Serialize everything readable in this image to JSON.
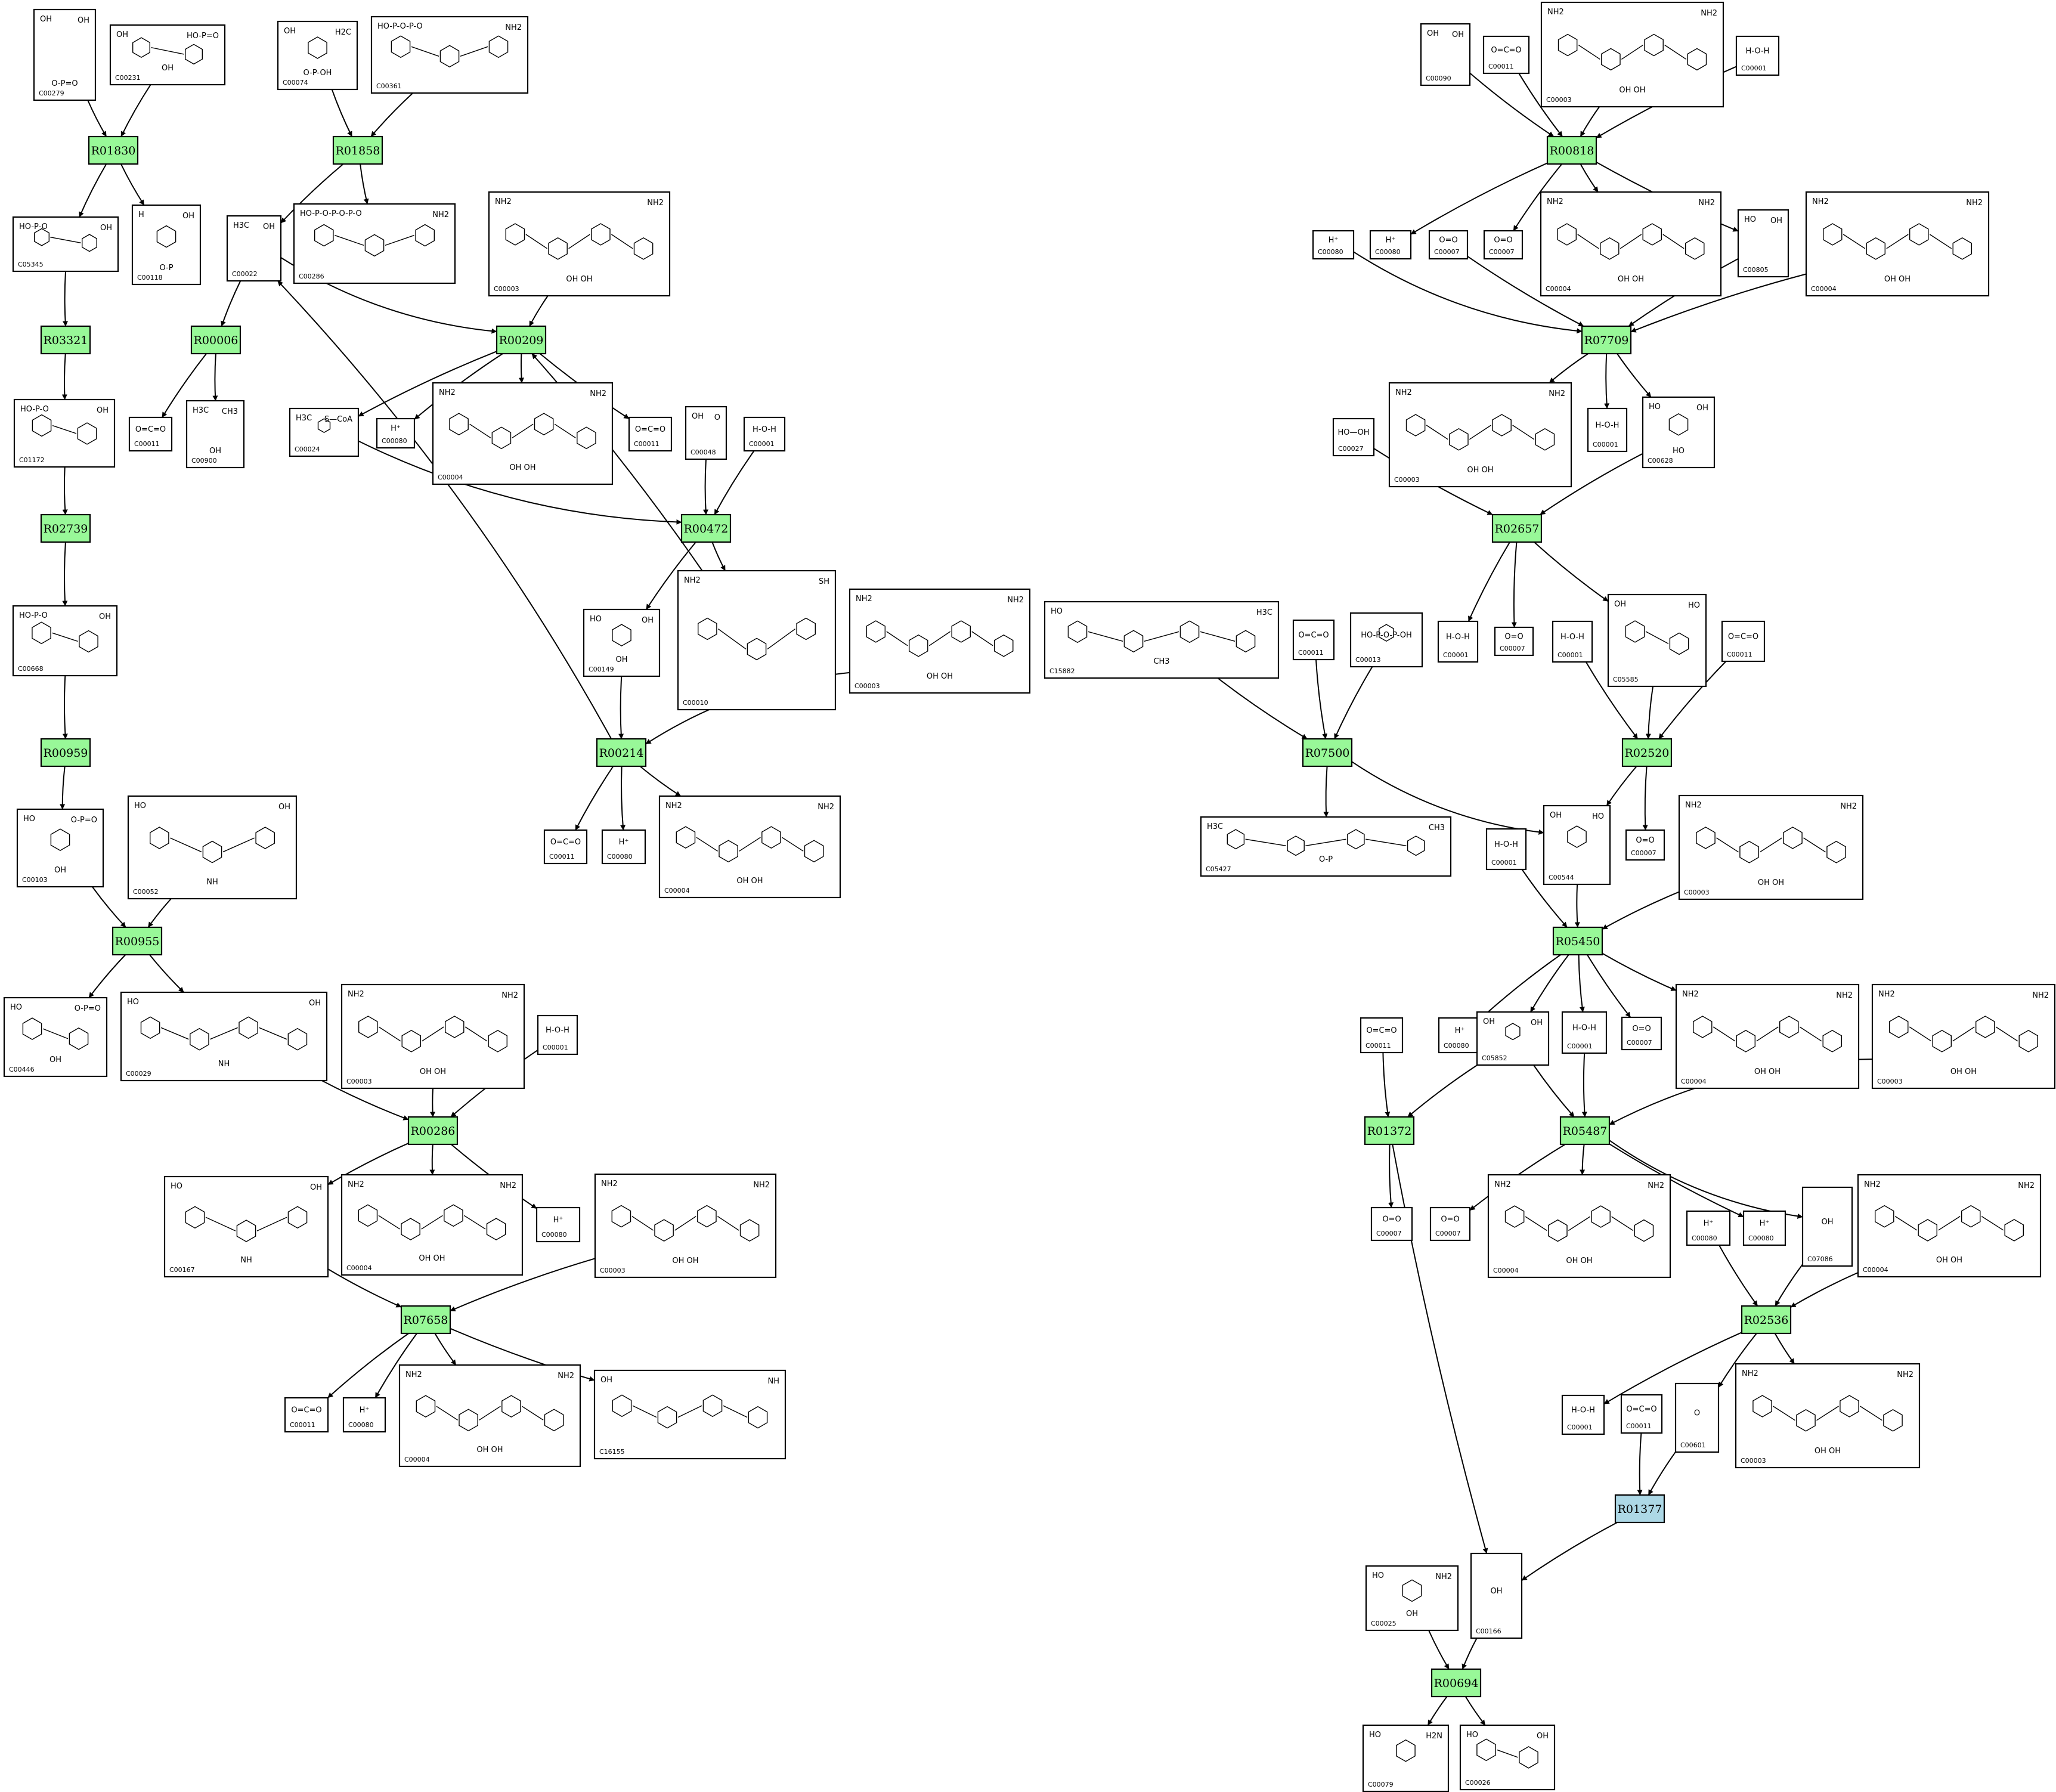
{
  "colors": {
    "reaction": "#98f898",
    "reaction_alt": "#add8e6",
    "line": "#000000",
    "box": "#ffffff"
  },
  "reactions": [
    {
      "id": "R01830",
      "color": "reaction"
    },
    {
      "id": "R01858",
      "color": "reaction"
    },
    {
      "id": "R03321",
      "color": "reaction"
    },
    {
      "id": "R00006",
      "color": "reaction"
    },
    {
      "id": "R00209",
      "color": "reaction"
    },
    {
      "id": "R02739",
      "color": "reaction"
    },
    {
      "id": "R00472",
      "color": "reaction"
    },
    {
      "id": "R00959",
      "color": "reaction"
    },
    {
      "id": "R00214",
      "color": "reaction"
    },
    {
      "id": "R00955",
      "color": "reaction"
    },
    {
      "id": "R00286",
      "color": "reaction"
    },
    {
      "id": "R07658",
      "color": "reaction"
    },
    {
      "id": "R00818",
      "color": "reaction"
    },
    {
      "id": "R07709",
      "color": "reaction"
    },
    {
      "id": "R02657",
      "color": "reaction"
    },
    {
      "id": "R07500",
      "color": "reaction"
    },
    {
      "id": "R02520",
      "color": "reaction"
    },
    {
      "id": "R05450",
      "color": "reaction"
    },
    {
      "id": "R01372",
      "color": "reaction"
    },
    {
      "id": "R05487",
      "color": "reaction"
    },
    {
      "id": "R02536",
      "color": "reaction"
    },
    {
      "id": "R01377",
      "color": "reaction_alt"
    },
    {
      "id": "R00694",
      "color": "reaction"
    }
  ],
  "compounds": [
    {
      "key": "c00279",
      "id": "C00279",
      "text": [
        "OH",
        "OH",
        "O-P=O"
      ]
    },
    {
      "key": "c00231",
      "id": "C00231",
      "text": [
        "OH",
        "HO-P=O",
        "OH"
      ]
    },
    {
      "key": "c00074",
      "id": "C00074",
      "text": [
        "OH",
        "H2C",
        "O-P-OH"
      ]
    },
    {
      "key": "c00361",
      "id": "C00361",
      "text": [
        "HO-P-O-P-O",
        "NH2"
      ]
    },
    {
      "key": "c05345",
      "id": "C05345",
      "text": [
        "HO-P-O",
        "OH"
      ]
    },
    {
      "key": "c00118",
      "id": "C00118",
      "text": [
        "H",
        "OH",
        "O-P"
      ]
    },
    {
      "key": "c00022",
      "id": "C00022",
      "text": [
        "H3C",
        "OH"
      ]
    },
    {
      "key": "c00286",
      "id": "C00286",
      "text": [
        "HO-P-O-P-O-P-O",
        "NH2"
      ]
    },
    {
      "key": "c00003_a",
      "id": "C00003",
      "text": [
        "NH2",
        "NH2",
        "OH OH"
      ]
    },
    {
      "key": "c01172",
      "id": "C01172",
      "text": [
        "HO-P-O",
        "OH"
      ]
    },
    {
      "key": "c00011_a",
      "id": "C00011",
      "text": [
        "O=C=O"
      ]
    },
    {
      "key": "c00900",
      "id": "C00900",
      "text": [
        "H3C",
        "CH3",
        "OH"
      ]
    },
    {
      "key": "c00024",
      "id": "C00024",
      "text": [
        "H3C",
        "S—CoA"
      ]
    },
    {
      "key": "c00080_a",
      "id": "C00080",
      "text": [
        "H⁺"
      ]
    },
    {
      "key": "c00004_a",
      "id": "C00004",
      "text": [
        "NH2",
        "NH2",
        "OH OH"
      ]
    },
    {
      "key": "c00011_b",
      "id": "C00011",
      "text": [
        "O=C=O"
      ]
    },
    {
      "key": "c00048",
      "id": "C00048",
      "text": [
        "OH",
        "O"
      ]
    },
    {
      "key": "c00001_a",
      "id": "C00001",
      "text": [
        "H-O-H"
      ]
    },
    {
      "key": "c00668",
      "id": "C00668",
      "text": [
        "HO-P-O",
        "OH"
      ]
    },
    {
      "key": "c00149",
      "id": "C00149",
      "text": [
        "HO",
        "OH",
        "OH"
      ]
    },
    {
      "key": "c00010",
      "id": "C00010",
      "text": [
        "NH2",
        "SH"
      ]
    },
    {
      "key": "c00003_b",
      "id": "C00003",
      "text": [
        "NH2",
        "NH2",
        "OH OH"
      ]
    },
    {
      "key": "c00103",
      "id": "C00103",
      "text": [
        "HO",
        "O-P=O",
        "OH"
      ]
    },
    {
      "key": "c00052",
      "id": "C00052",
      "text": [
        "HO",
        "OH",
        "NH"
      ]
    },
    {
      "key": "c00011_c",
      "id": "C00011",
      "text": [
        "O=C=O"
      ]
    },
    {
      "key": "c00080_b",
      "id": "C00080",
      "text": [
        "H⁺"
      ]
    },
    {
      "key": "c00004_b",
      "id": "C00004",
      "text": [
        "NH2",
        "NH2",
        "OH OH"
      ]
    },
    {
      "key": "c00446",
      "id": "C00446",
      "text": [
        "HO",
        "O-P=O",
        "OH"
      ]
    },
    {
      "key": "c00029",
      "id": "C00029",
      "text": [
        "HO",
        "OH",
        "NH"
      ]
    },
    {
      "key": "c00003_c",
      "id": "C00003",
      "text": [
        "NH2",
        "NH2",
        "OH OH"
      ]
    },
    {
      "key": "c00001_b",
      "id": "C00001",
      "text": [
        "H-O-H"
      ]
    },
    {
      "key": "c00167",
      "id": "C00167",
      "text": [
        "HO",
        "OH",
        "NH"
      ]
    },
    {
      "key": "c00004_c",
      "id": "C00004",
      "text": [
        "NH2",
        "NH2",
        "OH OH"
      ]
    },
    {
      "key": "c00080_c",
      "id": "C00080",
      "text": [
        "H⁺"
      ]
    },
    {
      "key": "c00003_d",
      "id": "C00003",
      "text": [
        "NH2",
        "NH2",
        "OH OH"
      ]
    },
    {
      "key": "c00011_d",
      "id": "C00011",
      "text": [
        "O=C=O"
      ]
    },
    {
      "key": "c00080_d",
      "id": "C00080",
      "text": [
        "H⁺"
      ]
    },
    {
      "key": "c00004_d",
      "id": "C00004",
      "text": [
        "NH2",
        "NH2",
        "OH OH"
      ]
    },
    {
      "key": "c16155",
      "id": "C16155",
      "text": [
        "OH",
        "NH"
      ]
    },
    {
      "key": "c00090",
      "id": "C00090",
      "text": [
        "OH",
        "OH"
      ]
    },
    {
      "key": "c00011_e",
      "id": "C00011",
      "text": [
        "O=C=O"
      ]
    },
    {
      "key": "c00003_e",
      "id": "C00003",
      "text": [
        "NH2",
        "NH2",
        "OH OH"
      ]
    },
    {
      "key": "c00001_c",
      "id": "C00001",
      "text": [
        "H-O-H"
      ]
    },
    {
      "key": "c00080_e",
      "id": "C00080",
      "text": [
        "H⁺"
      ]
    },
    {
      "key": "c00080_f",
      "id": "C00080",
      "text": [
        "H⁺"
      ]
    },
    {
      "key": "c00007_a",
      "id": "C00007",
      "text": [
        "O=O"
      ]
    },
    {
      "key": "c00007_b",
      "id": "C00007",
      "text": [
        "O=O"
      ]
    },
    {
      "key": "c00004_e",
      "id": "C00004",
      "text": [
        "NH2",
        "NH2",
        "OH OH"
      ]
    },
    {
      "key": "c00805",
      "id": "C00805",
      "text": [
        "HO",
        "OH"
      ]
    },
    {
      "key": "c00004_f",
      "id": "C00004",
      "text": [
        "NH2",
        "NH2",
        "OH OH"
      ]
    },
    {
      "key": "c00027",
      "id": "C00027",
      "text": [
        "HO—OH"
      ]
    },
    {
      "key": "c00003_f",
      "id": "C00003",
      "text": [
        "NH2",
        "NH2",
        "OH OH"
      ]
    },
    {
      "key": "c00001_d",
      "id": "C00001",
      "text": [
        "H-O-H"
      ]
    },
    {
      "key": "c00628",
      "id": "C00628",
      "text": [
        "HO",
        "OH",
        "HO"
      ]
    },
    {
      "key": "c15882",
      "id": "C15882",
      "text": [
        "HO",
        "H3C",
        "CH3"
      ]
    },
    {
      "key": "c00011_f",
      "id": "C00011",
      "text": [
        "O=C=O"
      ]
    },
    {
      "key": "c00013",
      "id": "C00013",
      "text": [
        "HO-P-O-P-OH"
      ]
    },
    {
      "key": "c00001_e",
      "id": "C00001",
      "text": [
        "H-O-H"
      ]
    },
    {
      "key": "c00007_c",
      "id": "C00007",
      "text": [
        "O=O"
      ]
    },
    {
      "key": "c00001_f",
      "id": "C00001",
      "text": [
        "H-O-H"
      ]
    },
    {
      "key": "c05585",
      "id": "C05585",
      "text": [
        "OH",
        "HO"
      ]
    },
    {
      "key": "c00011_g",
      "id": "C00011",
      "text": [
        "O=C=O"
      ]
    },
    {
      "key": "c05427",
      "id": "C05427",
      "text": [
        "H3C",
        "CH3",
        "O-P"
      ]
    },
    {
      "key": "c00001_g",
      "id": "C00001",
      "text": [
        "H-O-H"
      ]
    },
    {
      "key": "c00544",
      "id": "C00544",
      "text": [
        "OH",
        "HO"
      ]
    },
    {
      "key": "c00007_d",
      "id": "C00007",
      "text": [
        "O=O"
      ]
    },
    {
      "key": "c00003_g",
      "id": "C00003",
      "text": [
        "NH2",
        "NH2",
        "OH OH"
      ]
    },
    {
      "key": "c00011_h",
      "id": "C00011",
      "text": [
        "O=C=O"
      ]
    },
    {
      "key": "c00080_g",
      "id": "C00080",
      "text": [
        "H⁺"
      ]
    },
    {
      "key": "c05852",
      "id": "C05852",
      "text": [
        "OH",
        "OH"
      ]
    },
    {
      "key": "c00001_h",
      "id": "C00001",
      "text": [
        "H-O-H"
      ]
    },
    {
      "key": "c00007_e",
      "id": "C00007",
      "text": [
        "O=O"
      ]
    },
    {
      "key": "c00004_g",
      "id": "C00004",
      "text": [
        "NH2",
        "NH2",
        "OH OH"
      ]
    },
    {
      "key": "c00003_h",
      "id": "C00003",
      "text": [
        "NH2",
        "NH2",
        "OH OH"
      ]
    },
    {
      "key": "c00007_f",
      "id": "C00007",
      "text": [
        "O=O"
      ]
    },
    {
      "key": "c00007_g",
      "id": "C00007",
      "text": [
        "O=O"
      ]
    },
    {
      "key": "c00004_h",
      "id": "C00004",
      "text": [
        "NH2",
        "NH2",
        "OH OH"
      ]
    },
    {
      "key": "c00080_h",
      "id": "C00080",
      "text": [
        "H⁺"
      ]
    },
    {
      "key": "c00080_i",
      "id": "C00080",
      "text": [
        "H⁺"
      ]
    },
    {
      "key": "c07086",
      "id": "C07086",
      "text": [
        "OH"
      ]
    },
    {
      "key": "c00004_i",
      "id": "C00004",
      "text": [
        "NH2",
        "NH2",
        "OH OH"
      ]
    },
    {
      "key": "c00001_i",
      "id": "C00001",
      "text": [
        "H-O-H"
      ]
    },
    {
      "key": "c00011_i",
      "id": "C00011",
      "text": [
        "O=C=O"
      ]
    },
    {
      "key": "c00601",
      "id": "C00601",
      "text": [
        "O"
      ]
    },
    {
      "key": "c00003_i",
      "id": "C00003",
      "text": [
        "NH2",
        "NH2",
        "OH OH"
      ]
    },
    {
      "key": "c00025",
      "id": "C00025",
      "text": [
        "HO",
        "NH2",
        "OH"
      ]
    },
    {
      "key": "c00166",
      "id": "C00166",
      "text": [
        "OH"
      ]
    },
    {
      "key": "c00079",
      "id": "C00079",
      "text": [
        "HO",
        "H2N"
      ]
    },
    {
      "key": "c00026",
      "id": "C00026",
      "text": [
        "HO",
        "OH"
      ]
    }
  ],
  "edges": [
    [
      "c00279",
      "R01830"
    ],
    [
      "c00231",
      "R01830"
    ],
    [
      "R01830",
      "c05345"
    ],
    [
      "R01830",
      "c00118"
    ],
    [
      "c00074",
      "R01858"
    ],
    [
      "c00361",
      "R01858"
    ],
    [
      "R01858",
      "c00022"
    ],
    [
      "R01858",
      "c00286"
    ],
    [
      "c05345",
      "R03321"
    ],
    [
      "R03321",
      "c01172"
    ],
    [
      "c00022",
      "R00006"
    ],
    [
      "R00006",
      "c00011_a"
    ],
    [
      "R00006",
      "c00900"
    ],
    [
      "c00022",
      "R00209"
    ],
    [
      "c00003_a",
      "R00209"
    ],
    [
      "R00209",
      "c00024"
    ],
    [
      "R00209",
      "c00080_a"
    ],
    [
      "R00209",
      "c00004_a"
    ],
    [
      "R00209",
      "c00011_b"
    ],
    [
      "c01172",
      "R02739"
    ],
    [
      "R02739",
      "c00668"
    ],
    [
      "c00024",
      "R00472"
    ],
    [
      "c00048",
      "R00472"
    ],
    [
      "c00001_a",
      "R00472"
    ],
    [
      "R00472",
      "c00149"
    ],
    [
      "R00472",
      "c00010"
    ],
    [
      "c00010",
      "R00209"
    ],
    [
      "c00668",
      "R00959"
    ],
    [
      "R00959",
      "c00103"
    ],
    [
      "c00149",
      "R00214"
    ],
    [
      "c00003_b",
      "R00214"
    ],
    [
      "R00214",
      "c00022"
    ],
    [
      "R00214",
      "c00011_c"
    ],
    [
      "R00214",
      "c00080_b"
    ],
    [
      "R00214",
      "c00004_b"
    ],
    [
      "c00103",
      "R00955"
    ],
    [
      "c00052",
      "R00955"
    ],
    [
      "R00955",
      "c00446"
    ],
    [
      "R00955",
      "c00029"
    ],
    [
      "c00029",
      "R00286"
    ],
    [
      "c00003_c",
      "R00286"
    ],
    [
      "c00001_b",
      "R00286"
    ],
    [
      "R00286",
      "c00167"
    ],
    [
      "R00286",
      "c00004_c"
    ],
    [
      "R00286",
      "c00080_c"
    ],
    [
      "c00167",
      "R07658"
    ],
    [
      "c00003_d",
      "R07658"
    ],
    [
      "R07658",
      "c00011_d"
    ],
    [
      "R07658",
      "c00080_d"
    ],
    [
      "R07658",
      "c00004_d"
    ],
    [
      "R07658",
      "c16155"
    ],
    [
      "c00090",
      "R00818"
    ],
    [
      "c00011_e",
      "R00818"
    ],
    [
      "c00003_e",
      "R00818"
    ],
    [
      "c00001_c",
      "R00818"
    ],
    [
      "R00818",
      "c00080_f"
    ],
    [
      "R00818",
      "c00007_b"
    ],
    [
      "R00818",
      "c00004_e"
    ],
    [
      "R00818",
      "c00805"
    ],
    [
      "c00080_e",
      "R07709"
    ],
    [
      "c00007_a",
      "R07709"
    ],
    [
      "c00805",
      "R07709"
    ],
    [
      "c00004_f",
      "R07709"
    ],
    [
      "R07709",
      "c00003_f"
    ],
    [
      "R07709",
      "c00001_d"
    ],
    [
      "R07709",
      "c00628"
    ],
    [
      "c00027",
      "R02657"
    ],
    [
      "c00628",
      "R02657"
    ],
    [
      "R02657",
      "c00001_e"
    ],
    [
      "R02657",
      "c00007_c"
    ],
    [
      "R02657",
      "c05585"
    ],
    [
      "c15882",
      "R07500"
    ],
    [
      "c00011_f",
      "R07500"
    ],
    [
      "c00013",
      "R07500"
    ],
    [
      "R07500",
      "c05427"
    ],
    [
      "R07500",
      "c00544"
    ],
    [
      "c00001_f",
      "R02520"
    ],
    [
      "c05585",
      "R02520"
    ],
    [
      "c00011_g",
      "R02520"
    ],
    [
      "R02520",
      "c00544"
    ],
    [
      "R02520",
      "c00007_d"
    ],
    [
      "c00001_g",
      "R05450"
    ],
    [
      "c00544",
      "R05450"
    ],
    [
      "c00003_g",
      "R05450"
    ],
    [
      "R05450",
      "c00080_g"
    ],
    [
      "R05450",
      "c05852"
    ],
    [
      "R05450",
      "c00001_h"
    ],
    [
      "R05450",
      "c00007_e"
    ],
    [
      "R05450",
      "c00004_g"
    ],
    [
      "c00011_h",
      "R01372"
    ],
    [
      "c05852",
      "R01372"
    ],
    [
      "R01372",
      "c00007_f"
    ],
    [
      "R01372",
      "c00166"
    ],
    [
      "c05852",
      "R05487"
    ],
    [
      "c00001_h",
      "R05487"
    ],
    [
      "c00003_h",
      "R05487"
    ],
    [
      "R05487",
      "c00007_g"
    ],
    [
      "R05487",
      "c00004_h"
    ],
    [
      "R05487",
      "c00080_i"
    ],
    [
      "R05487",
      "c07086"
    ],
    [
      "c00080_h",
      "R02536"
    ],
    [
      "c07086",
      "R02536"
    ],
    [
      "c00004_i",
      "R02536"
    ],
    [
      "R02536",
      "c00001_i"
    ],
    [
      "R02536",
      "c00601"
    ],
    [
      "R02536",
      "c00003_i"
    ],
    [
      "c00011_i",
      "R01377"
    ],
    [
      "c00601",
      "R01377"
    ],
    [
      "R01377",
      "c00166"
    ],
    [
      "c00025",
      "R00694"
    ],
    [
      "c00166",
      "R00694"
    ],
    [
      "R00694",
      "c00079"
    ],
    [
      "R00694",
      "c00026"
    ]
  ]
}
